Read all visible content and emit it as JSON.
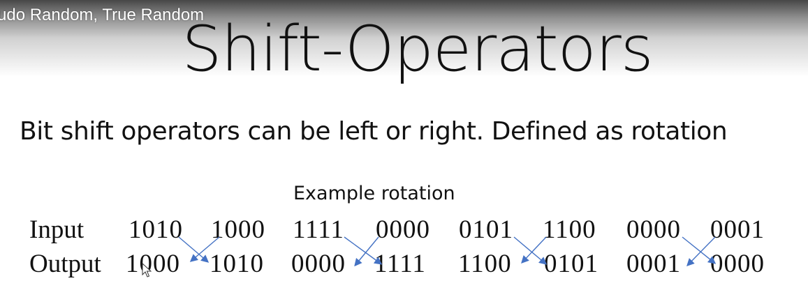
{
  "video": {
    "title": "udo Random, True Random"
  },
  "slide": {
    "title": "Shift-Operators",
    "subtitle": "Bit shift operators can be left or right. Defined as rotation",
    "example_label": "Example rotation",
    "input_label": "Input",
    "output_label": "Output",
    "input_nibbles": [
      "1010",
      "1000",
      "1111",
      "0000",
      "0101",
      "1100",
      "0000",
      "0001"
    ],
    "output_nibbles": [
      "1000",
      "1010",
      "0000",
      "1111",
      "1100",
      "0101",
      "0001",
      "0000"
    ]
  },
  "colors": {
    "arrow": "#4472c4",
    "text": "#111111",
    "overlay_text": "#ffffff"
  },
  "icons": {
    "cursor": "mouse-pointer-icon",
    "arrow": "swap-arrow-icon"
  }
}
